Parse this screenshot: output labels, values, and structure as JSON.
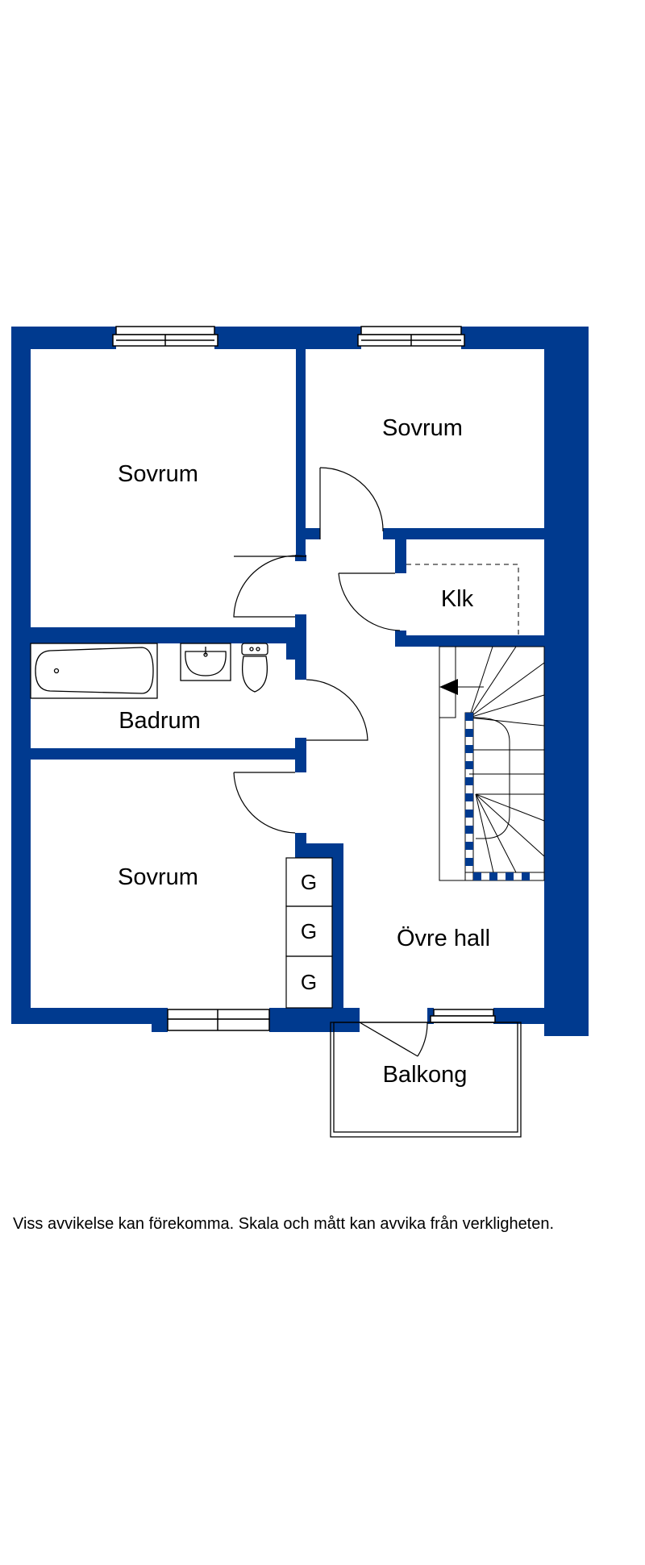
{
  "colors": {
    "wall": "#003a8f",
    "line": "#000000",
    "background": "#ffffff"
  },
  "rooms": {
    "bedroom_top_left": "Sovrum",
    "bedroom_top_right": "Sovrum",
    "closet": "Klk",
    "bathroom": "Badrum",
    "bedroom_bottom_left": "Sovrum",
    "upper_hall": "Övre hall",
    "balcony": "Balkong"
  },
  "wardrobes": [
    "G",
    "G",
    "G"
  ],
  "icons": [
    "bathtub-icon",
    "sink-icon",
    "toilet-icon",
    "stair-direction-arrow-icon"
  ],
  "disclaimer": "Viss avvikelse kan förekomma. Skala och mått kan avvika från verkligheten."
}
